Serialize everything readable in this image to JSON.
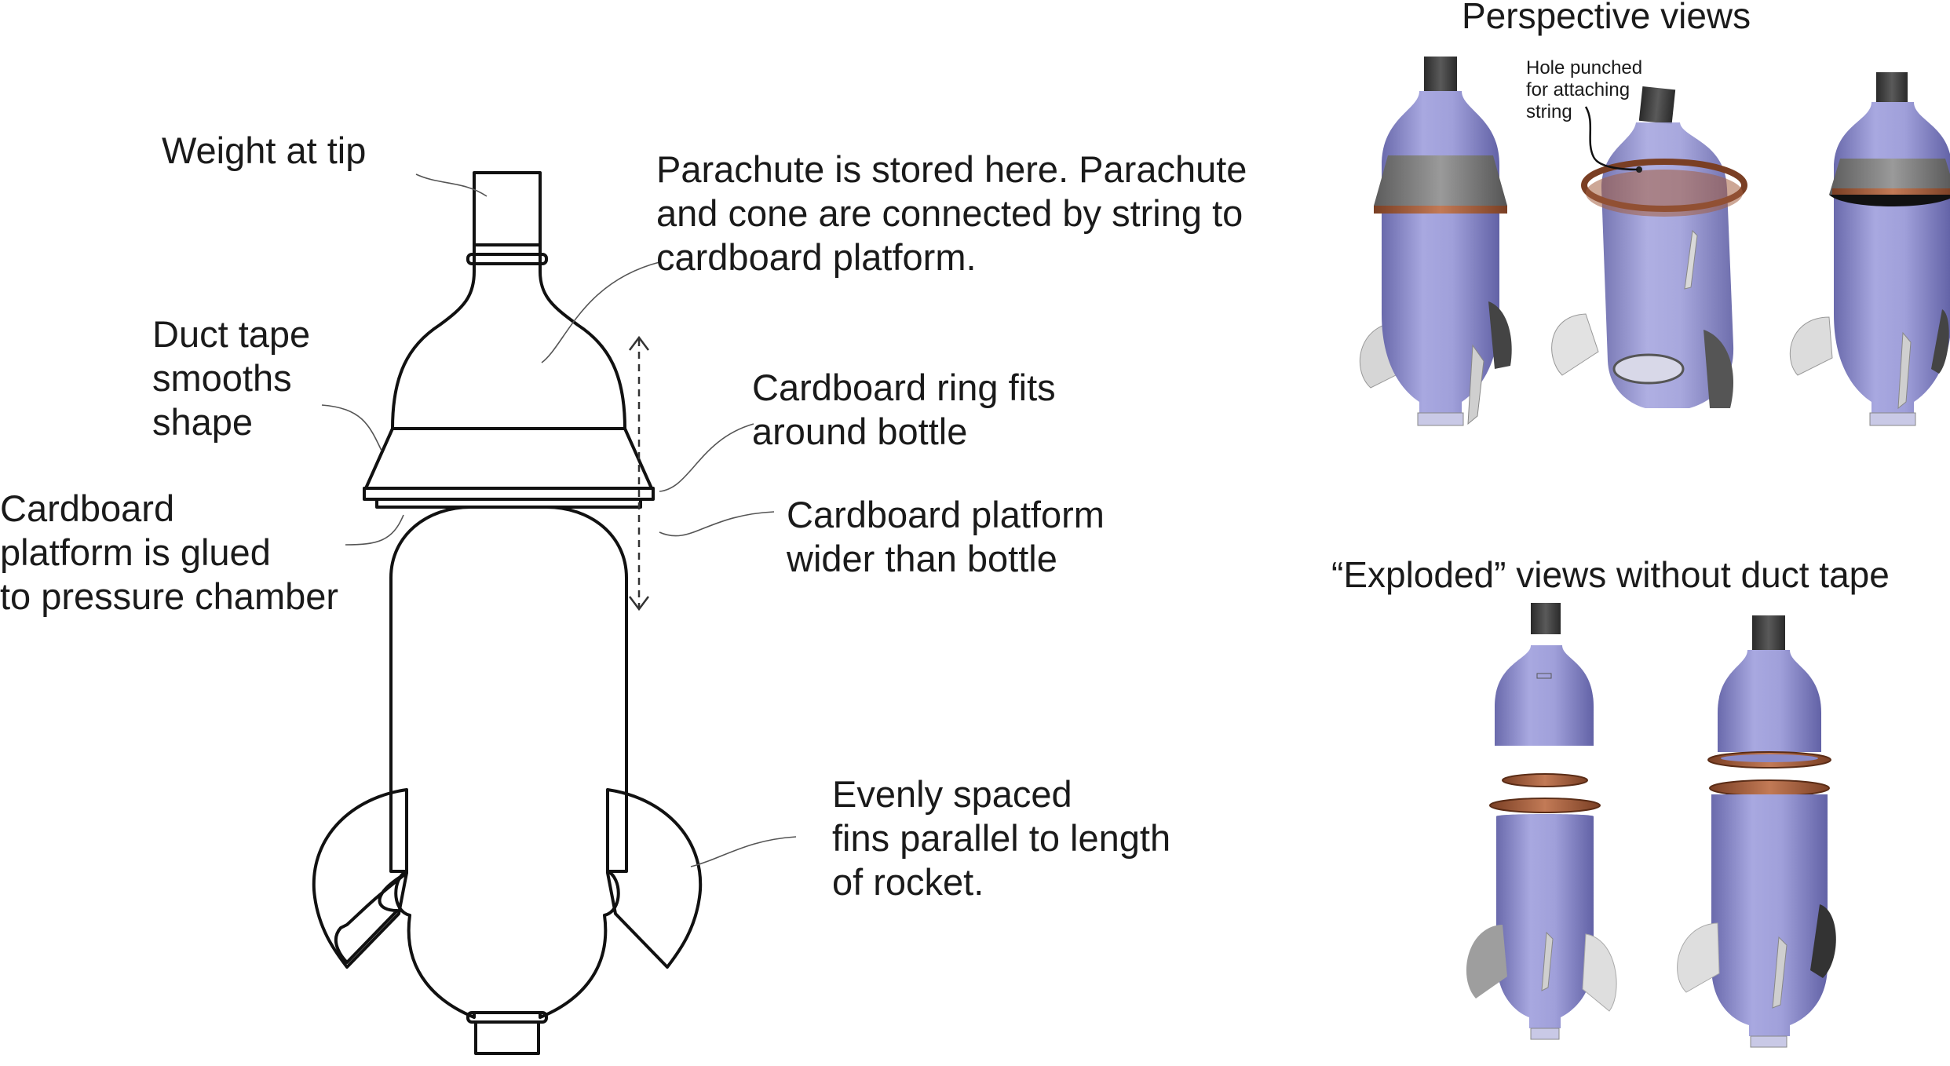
{
  "line_drawing_labels": {
    "weight": "Weight at tip",
    "parachute": [
      "Parachute is stored here.  Parachute",
      "and cone are connected by string to",
      "cardboard platform."
    ],
    "duct_tape": [
      "Duct tape",
      "smooths",
      "shape"
    ],
    "ring": [
      "Cardboard ring fits",
      "around bottle"
    ],
    "platform_glued": [
      "Cardboard",
      "platform is glued",
      "to pressure chamber"
    ],
    "platform_wider": [
      "Cardboard platform",
      "wider than bottle"
    ],
    "fins": [
      "Evenly spaced",
      "fins parallel to length",
      "of rocket."
    ]
  },
  "perspective": {
    "title": "Perspective views",
    "hole_note": [
      "Hole punched",
      "for attaching",
      "string"
    ]
  },
  "exploded": {
    "title": "“Exploded” views without duct tape"
  },
  "colors": {
    "bottle": "#9a9ad6",
    "bottle_dark": "#7070b4",
    "cap": "#3f3f3f",
    "ring": "#b06a4a",
    "fin": "#d8d8d8",
    "line": "#111111"
  }
}
